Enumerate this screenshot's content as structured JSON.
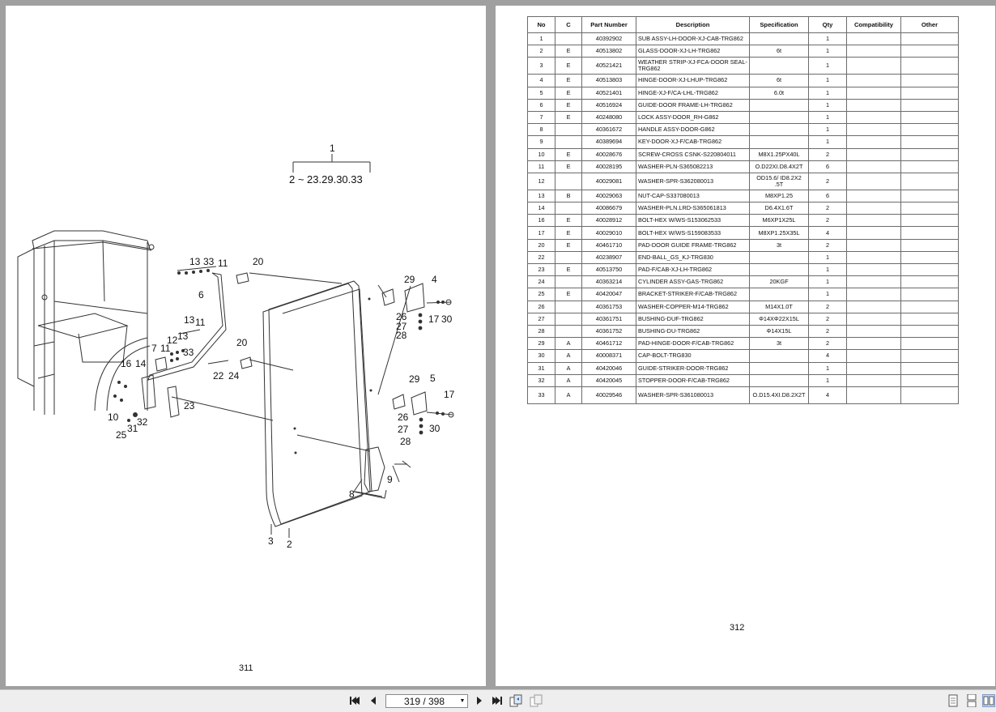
{
  "left_page": {
    "page_number": "311"
  },
  "right_page": {
    "page_number": "312"
  },
  "diagram": {
    "header_label": "1",
    "header_range": "2 ~ 23.29.30.33",
    "callouts": [
      "13",
      "33",
      "11",
      "20",
      "6",
      "13",
      "11",
      "12",
      "13",
      "7",
      "11",
      "33",
      "16",
      "14",
      "20",
      "22",
      "24",
      "23",
      "10",
      "32",
      "25",
      "31",
      "29",
      "4",
      "26",
      "27",
      "28",
      "17",
      "30",
      "29",
      "5",
      "17",
      "26",
      "27",
      "28",
      "30",
      "8",
      "9",
      "3",
      "2"
    ]
  },
  "table": {
    "headers": [
      "No",
      "C",
      "Part Number",
      "Description",
      "Specification",
      "Qty",
      "Compatibility",
      "Other"
    ],
    "rows": [
      {
        "no": "1",
        "c": "",
        "part": "40392902",
        "desc": "SUB ASSY-LH-DOOR-XJ-CAB-TRG862",
        "spec": "",
        "qty": "1"
      },
      {
        "no": "2",
        "c": "E",
        "part": "40513802",
        "desc": "GLASS-DOOR-XJ-LH-TRG862",
        "spec": "6t",
        "qty": "1"
      },
      {
        "no": "3",
        "c": "E",
        "part": "40521421",
        "desc": "WEATHER STRIP-XJ-FCA-DOOR SEAL-TRG862",
        "spec": "",
        "qty": "1"
      },
      {
        "no": "4",
        "c": "E",
        "part": "40513803",
        "desc": "HINGE-DOOR-XJ-LHUP-TRG862",
        "spec": "6t",
        "qty": "1"
      },
      {
        "no": "5",
        "c": "E",
        "part": "40521401",
        "desc": "HINGE-XJ-F/CA-LHL-TRG862",
        "spec": "6.0t",
        "qty": "1"
      },
      {
        "no": "6",
        "c": "E",
        "part": "40516924",
        "desc": "GUIDE-DOOR FRAME-LH-TRG862",
        "spec": "",
        "qty": "1"
      },
      {
        "no": "7",
        "c": "E",
        "part": "40248080",
        "desc": "LOCK ASSY-DOOR_RH-G862",
        "spec": "",
        "qty": "1"
      },
      {
        "no": "8",
        "c": "",
        "part": "40361672",
        "desc": "HANDLE ASSY-DOOR-G862",
        "spec": "",
        "qty": "1"
      },
      {
        "no": "9",
        "c": "",
        "part": "40389694",
        "desc": "KEY-DOOR-XJ-F/CAB-TRG862",
        "spec": "",
        "qty": "1"
      },
      {
        "no": "10",
        "c": "E",
        "part": "40028676",
        "desc": "SCREW-CROSS CSNK-S220804011",
        "spec": "M8X1.25PX40L",
        "qty": "2"
      },
      {
        "no": "11",
        "c": "E",
        "part": "40028195",
        "desc": "WASHER-PLN-S365082213",
        "spec": "O.D22XI.D8.4X2T",
        "qty": "6"
      },
      {
        "no": "12",
        "c": "",
        "part": "40029081",
        "desc": "WASHER-SPR-S362080013",
        "spec": "OD15.6/ ID8.2X2 .5T",
        "qty": "2"
      },
      {
        "no": "13",
        "c": "B",
        "part": "40029063",
        "desc": "NUT-CAP-S337080013",
        "spec": "M8XP1.25",
        "qty": "6"
      },
      {
        "no": "14",
        "c": "",
        "part": "40086679",
        "desc": "WASHER-PLN.LRD-S365061813",
        "spec": "D6.4X1.6T",
        "qty": "2"
      },
      {
        "no": "16",
        "c": "E",
        "part": "40028912",
        "desc": "BOLT-HEX W/WS-S153062533",
        "spec": "M6XP1X25L",
        "qty": "2"
      },
      {
        "no": "17",
        "c": "E",
        "part": "40029010",
        "desc": "BOLT-HEX W/WS-S159083533",
        "spec": "M8XP1.25X35L",
        "qty": "4"
      },
      {
        "no": "20",
        "c": "E",
        "part": "40461710",
        "desc": "PAD-DOOR GUIDE FRAME-TRG862",
        "spec": "3t",
        "qty": "2"
      },
      {
        "no": "22",
        "c": "",
        "part": "40238907",
        "desc": "END-BALL_GS_KJ-TRG830",
        "spec": "",
        "qty": "1"
      },
      {
        "no": "23",
        "c": "E",
        "part": "40513750",
        "desc": "PAD-F/CAB-XJ-LH-TRG862",
        "spec": "",
        "qty": "1"
      },
      {
        "no": "24",
        "c": "",
        "part": "40363214",
        "desc": "CYLINDER ASSY-GAS-TRG862",
        "spec": "20KGF",
        "qty": "1"
      },
      {
        "no": "25",
        "c": "E",
        "part": "40420047",
        "desc": "BRACKET-STRIKER-F/CAB-TRG862",
        "spec": "",
        "qty": "1"
      },
      {
        "no": "26",
        "c": "",
        "part": "40361753",
        "desc": "WASHER-COPPER-M14-TRG862",
        "spec": "M14X1.0T",
        "qty": "2"
      },
      {
        "no": "27",
        "c": "",
        "part": "40361751",
        "desc": "BUSHING-DUF-TRG862",
        "spec": "Φ14XΦ22X15L",
        "qty": "2"
      },
      {
        "no": "28",
        "c": "",
        "part": "40361752",
        "desc": "BUSHING-DU-TRG862",
        "spec": "Φ14X15L",
        "qty": "2"
      },
      {
        "no": "29",
        "c": "A",
        "part": "40461712",
        "desc": "PAD-HINGE-DOOR-F/CAB-TRG862",
        "spec": "3t",
        "qty": "2"
      },
      {
        "no": "30",
        "c": "A",
        "part": "40008371",
        "desc": "CAP-BOLT-TRG830",
        "spec": "",
        "qty": "4"
      },
      {
        "no": "31",
        "c": "A",
        "part": "40420046",
        "desc": "GUIDE-STRIKER-DOOR-TRG862",
        "spec": "",
        "qty": "1"
      },
      {
        "no": "32",
        "c": "A",
        "part": "40420045",
        "desc": "STOPPER-DOOR-F/CAB-TRG862",
        "spec": "",
        "qty": "1"
      },
      {
        "no": "33",
        "c": "A",
        "part": "40029546",
        "desc": "WASHER-SPR-S361080013",
        "spec": "O.D15.4XI.D8.2X2T",
        "qty": "4"
      }
    ]
  },
  "toolbar": {
    "page_indicator": "319 / 398",
    "icons": [
      "first-page-icon",
      "previous-page-icon",
      "page-dropdown-icon",
      "next-page-icon",
      "last-page-icon",
      "previous-view-icon",
      "next-view-icon",
      "single-page-icon",
      "continuous-page-icon",
      "facing-pages-icon"
    ]
  },
  "colors": {
    "viewer_background": "#a0a0a0",
    "toolbar_background": "#eeeeee",
    "page_background": "#ffffff"
  }
}
